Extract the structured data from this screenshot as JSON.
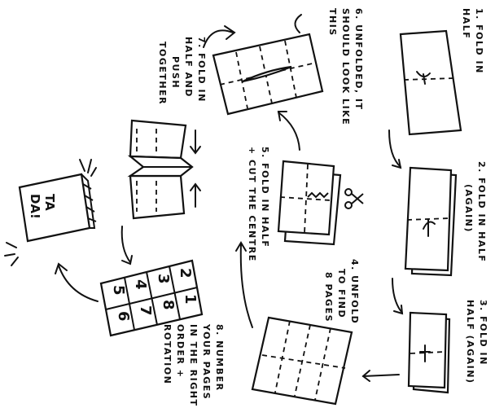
{
  "steps": [
    {
      "id": "step1",
      "lines": [
        "1. FOLD IN",
        "HALF"
      ]
    },
    {
      "id": "step2",
      "lines": [
        "2. FOLD IN HALF",
        "(AGAIN)"
      ]
    },
    {
      "id": "step3",
      "lines": [
        "3. FOLD IN",
        "HALF (AGAIN)"
      ]
    },
    {
      "id": "step4",
      "lines": [
        "4. UNFOLD",
        "TO FIND",
        "8 PAGES"
      ]
    },
    {
      "id": "step5",
      "lines": [
        "5. FOLD IN HALF",
        "+ CUT THE CENTRE"
      ]
    },
    {
      "id": "step6",
      "lines": [
        "6. UNFOLDED, IT",
        "SHOULD LOOK LIKE",
        "THIS"
      ]
    },
    {
      "id": "step7",
      "lines": [
        "7. FOLD IN",
        "HALF AND",
        "PUSH",
        "TOGETHER"
      ]
    },
    {
      "id": "step8",
      "lines": [
        "8. NUMBER",
        "YOUR PAGES",
        "IN THE RIGHT",
        "ORDER +",
        "ROTATION"
      ]
    }
  ],
  "page_numbers": [
    "2",
    "3",
    "4",
    "5",
    "1",
    "8",
    "7",
    "6"
  ],
  "finished_book": {
    "line1": "TA",
    "line2": "DA!"
  }
}
